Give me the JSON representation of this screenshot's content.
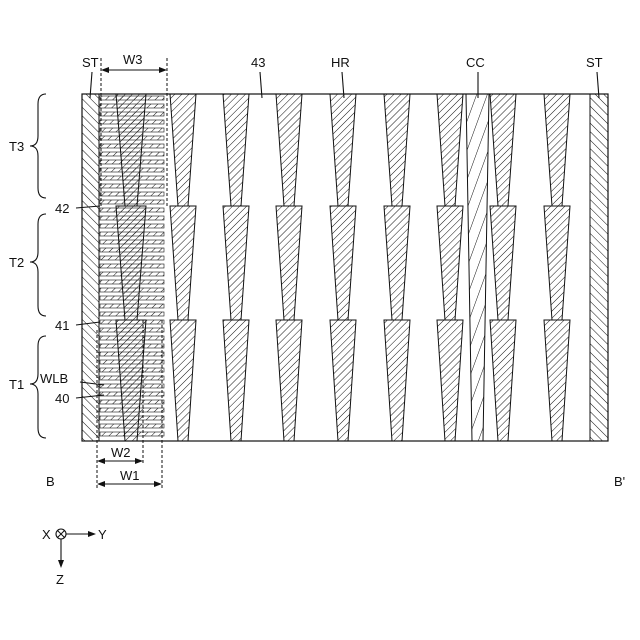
{
  "figure": {
    "labels": {
      "st_left": "ST",
      "w3": "W3",
      "n43": "43",
      "hr": "HR",
      "cc": "CC",
      "st_right": "ST",
      "t3": "T3",
      "t2": "T2",
      "t1": "T1",
      "n42": "42",
      "n41": "41",
      "wlb": "WLB",
      "n40": "40",
      "w2": "W2",
      "w1": "W1",
      "b": "B",
      "b_prime": "B'"
    },
    "axes": {
      "x": "X",
      "y": "Y",
      "z": "Z"
    }
  }
}
